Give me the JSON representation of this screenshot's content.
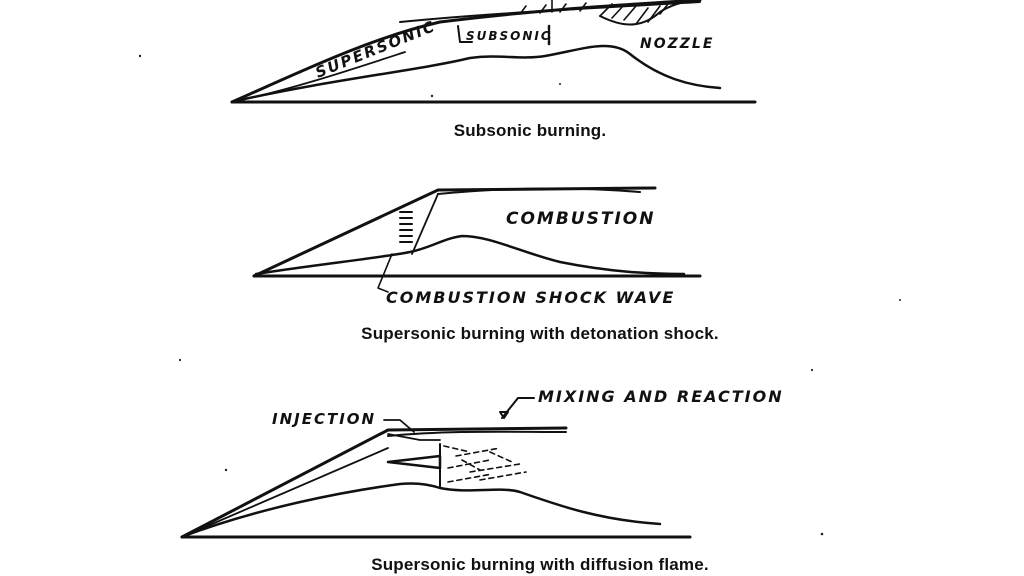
{
  "panels": [
    {
      "caption": "Subsonic burning.",
      "labels": {
        "supersonic": "SUPERSONIC",
        "subsonic": "SUBSONIC",
        "nozzle": "NOZZLE"
      }
    },
    {
      "caption": "Supersonic burning with detonation shock.",
      "labels": {
        "combustion": "COMBUSTION",
        "shock_wave": "COMBUSTION SHOCK WAVE"
      }
    },
    {
      "caption": "Supersonic burning with diffusion flame.",
      "labels": {
        "injection": "INJECTION",
        "mixing": "MIXING AND REACTION"
      }
    }
  ],
  "colors": {
    "ink": "#111111",
    "paper": "#ffffff"
  }
}
